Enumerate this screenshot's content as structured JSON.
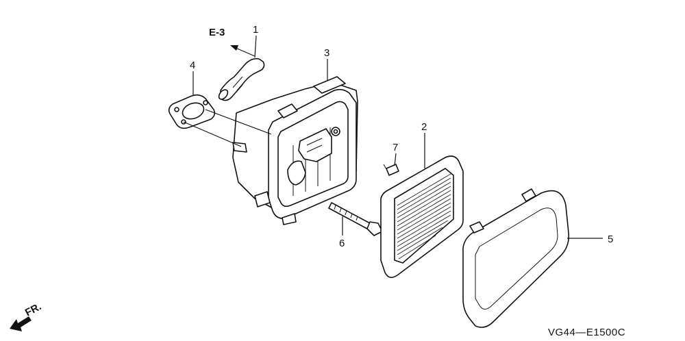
{
  "diagram": {
    "reference": "E-3",
    "direction_label": "FR.",
    "drawing_code": "VG44—E1500C",
    "callouts": [
      "1",
      "2",
      "3",
      "4",
      "5",
      "6",
      "7"
    ]
  }
}
